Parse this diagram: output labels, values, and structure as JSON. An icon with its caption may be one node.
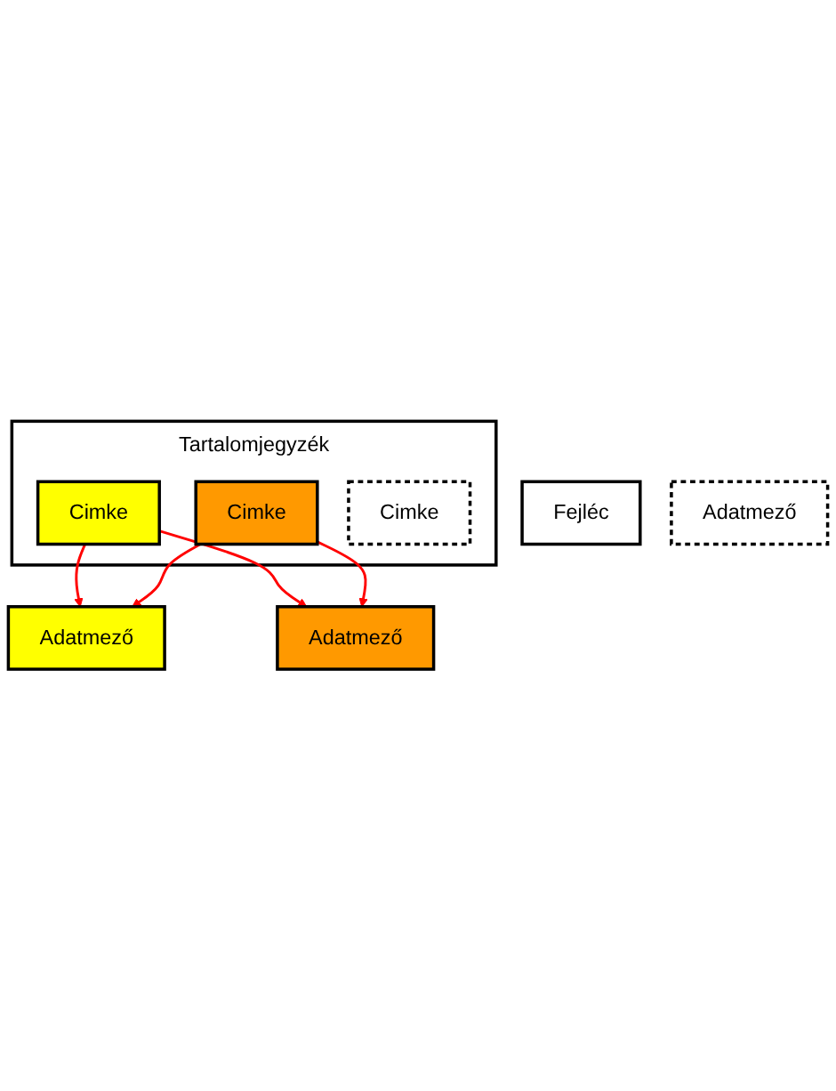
{
  "diagram": {
    "nodes": [
      {
        "text": [
          "Fejléc"
        ]
      },
      {
        "text": [
          "Tartalomjegyzék"
        ]
      },
      {
        "text": [
          "Cimke"
        ],
        "in": 1
      },
      {
        "text": [
          "Cimke"
        ],
        "in": 1
      },
      {
        "text": [
          "Cimke"
        ],
        "in": 1
      },
      {
        "text": [
          "Adatmező"
        ]
      },
      {
        "text": [
          "Adatmező"
        ]
      },
      {
        "text": [
          "Adatmező"
        ]
      }
    ],
    "edges": [
      {
        "from": 2,
        "to": 5,
        "arrow": "to",
        "color": "#ff0000"
      },
      {
        "from": 2,
        "to": 6,
        "arrow": "to",
        "color": "#ff0000"
      },
      {
        "from": 3,
        "to": 5,
        "arrow": "to",
        "color": "#ff0000"
      },
      {
        "from": 3,
        "to": 6,
        "arrow": "to",
        "color": "#ff0000"
      }
    ]
  }
}
